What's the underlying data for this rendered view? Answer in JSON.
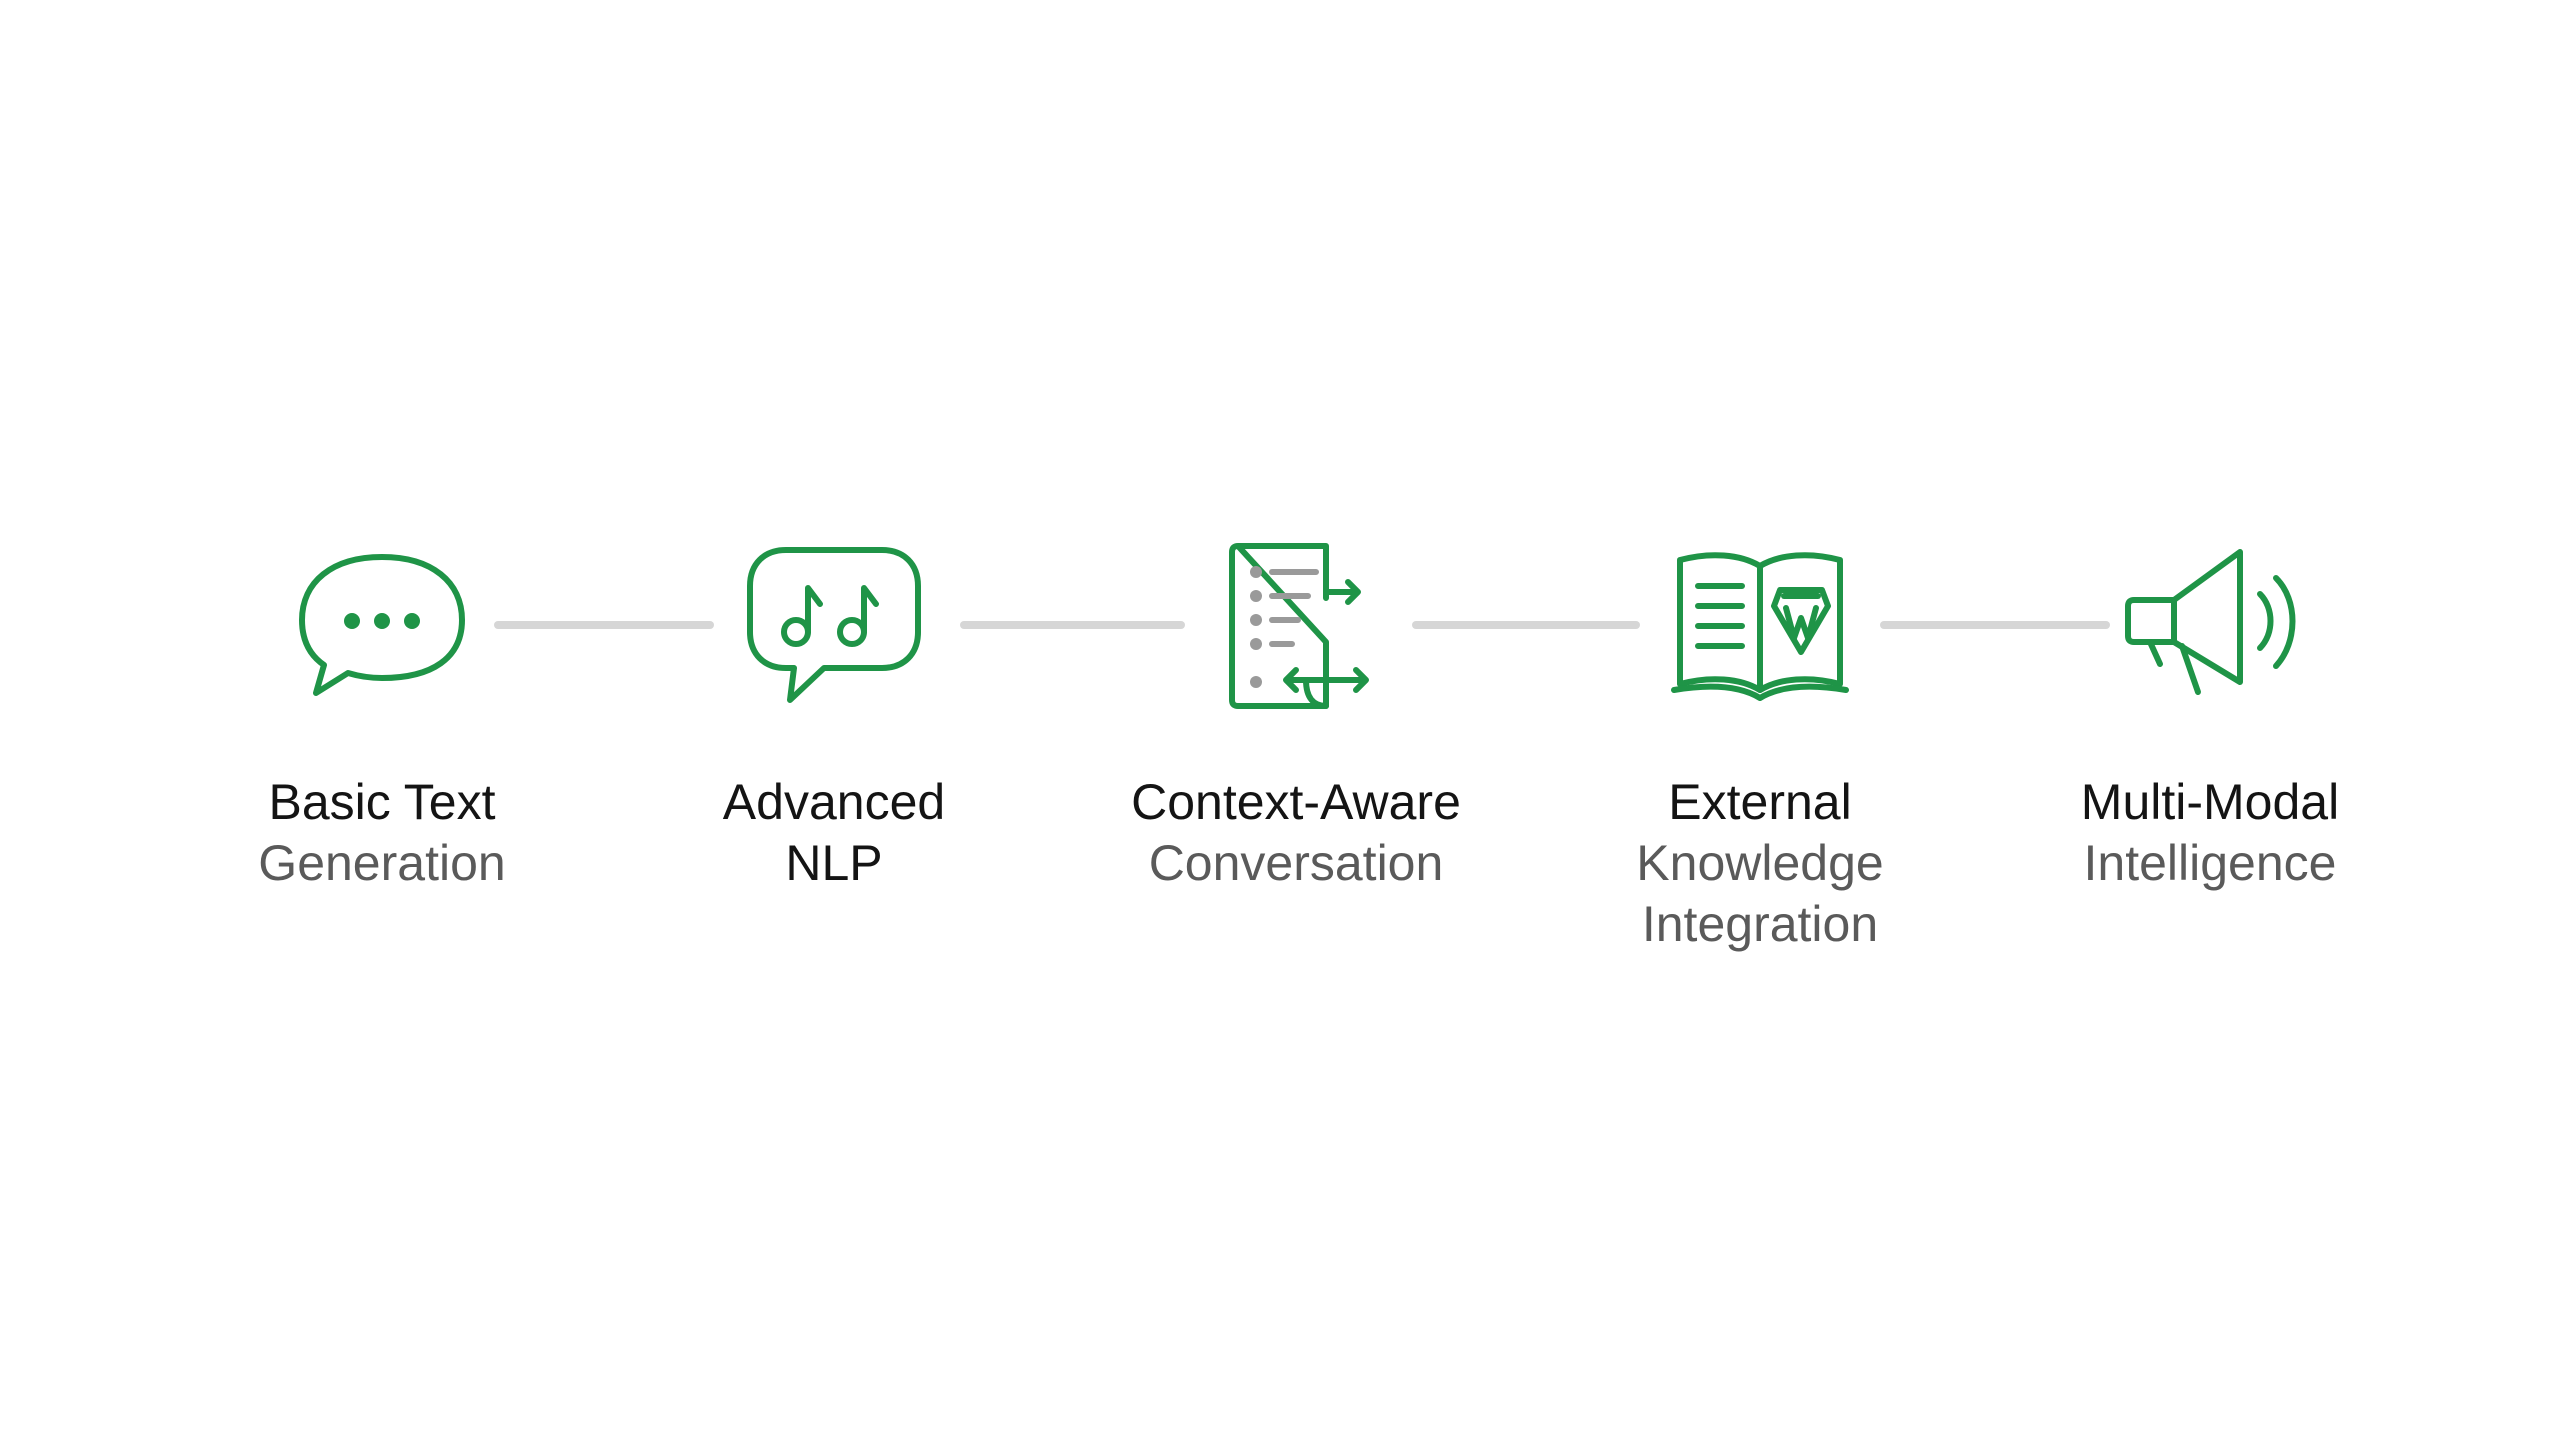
{
  "colors": {
    "accent": "#1f9447",
    "connector": "#d6d6d6",
    "title_text": "#141414",
    "subtitle_text": "#5a5a5a"
  },
  "stages": [
    {
      "icon": "chat-bubble-dots-icon",
      "lines": [
        {
          "text": "Basic Text",
          "style": "strong"
        },
        {
          "text": "Generation",
          "style": "muted"
        }
      ]
    },
    {
      "icon": "chat-bubble-music-notes-icon",
      "lines": [
        {
          "text": "Advanced",
          "style": "strong"
        },
        {
          "text": "NLP",
          "style": "strong"
        }
      ]
    },
    {
      "icon": "document-list-arrows-icon",
      "lines": [
        {
          "text": "Context-Aware",
          "style": "strong"
        },
        {
          "text": "Conversation",
          "style": "muted"
        }
      ]
    },
    {
      "icon": "open-book-icon",
      "lines": [
        {
          "text": "External",
          "style": "strong"
        },
        {
          "text": "Knowledge",
          "style": "muted"
        },
        {
          "text": "Integration",
          "style": "muted"
        }
      ]
    },
    {
      "icon": "megaphone-icon",
      "lines": [
        {
          "text": "Multi-Modal",
          "style": "strong"
        },
        {
          "text": "Intelligence",
          "style": "muted"
        }
      ]
    }
  ]
}
